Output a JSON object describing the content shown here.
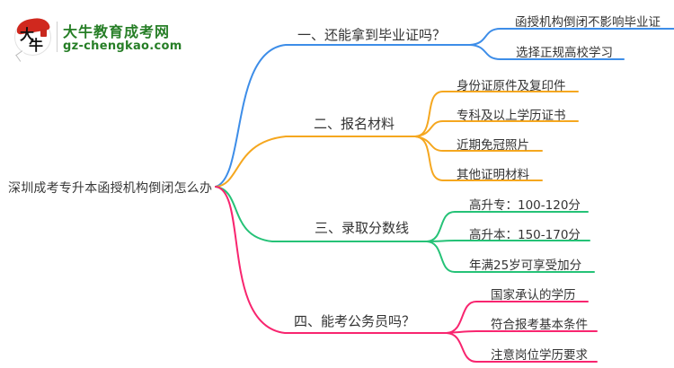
{
  "logo": {
    "icon_char_top": "大",
    "icon_char_bottom": "牛",
    "site_name": "大牛教育成考网",
    "site_url": "gz-chengkao.com",
    "brand_green": "#267e26",
    "brand_red": "#d0281e"
  },
  "mindmap": {
    "central_topic": "深圳成考专升本函授机构倒闭怎么办",
    "text_color": "#333333",
    "branches": [
      {
        "label": "一、还能拿到毕业证吗？",
        "color": "#3d8de8",
        "children": [
          "函授机构倒闭不影响毕业证",
          "选择正规高校学习"
        ]
      },
      {
        "label": "二、报名材料",
        "color": "#f5a71f",
        "children": [
          "身份证原件及复印件",
          "专科及以上学历证书",
          "近期免冠照片",
          "其他证明材料"
        ]
      },
      {
        "label": "三、录取分数线",
        "color": "#25c277",
        "children": [
          "高升专：100-120分",
          "高升本：150-170分",
          "年满25岁可享受加分"
        ]
      },
      {
        "label": "四、能考公务员吗？",
        "color": "#f8256f",
        "children": [
          "国家承认的学历",
          "符合报考基本条件",
          "注意岗位学历要求"
        ]
      }
    ]
  }
}
